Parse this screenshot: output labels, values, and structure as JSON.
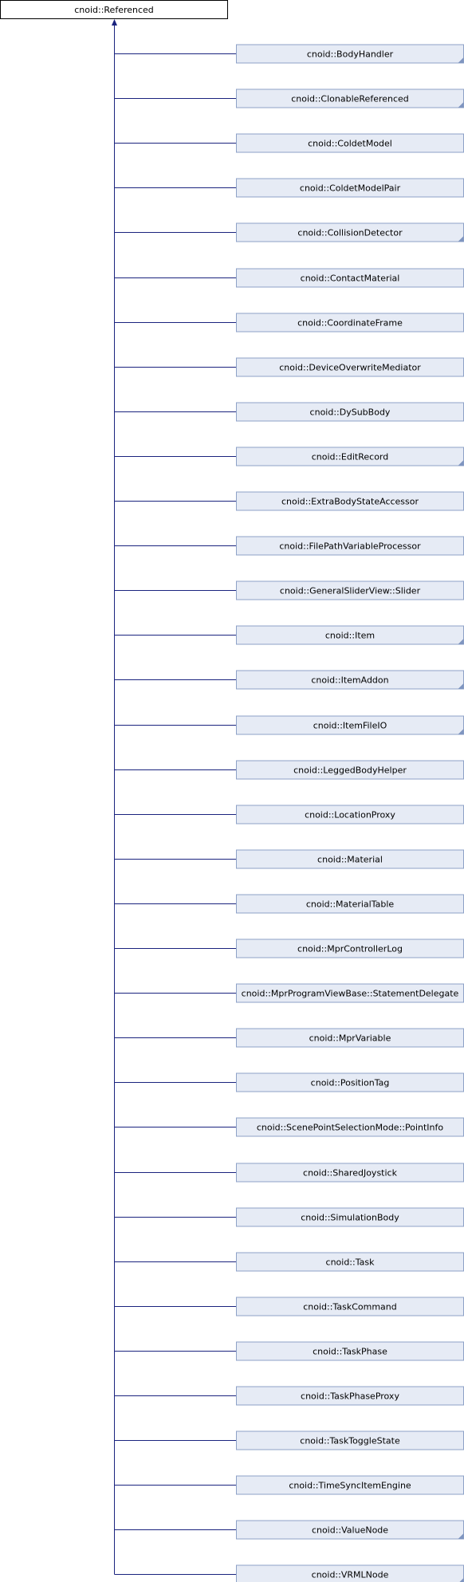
{
  "root": {
    "label": "cnoid::Referenced"
  },
  "children": [
    {
      "label": "cnoid::BodyHandler",
      "has_more": true
    },
    {
      "label": "cnoid::ClonableReferenced",
      "has_more": true
    },
    {
      "label": "cnoid::ColdetModel",
      "has_more": false
    },
    {
      "label": "cnoid::ColdetModelPair",
      "has_more": false
    },
    {
      "label": "cnoid::CollisionDetector",
      "has_more": true
    },
    {
      "label": "cnoid::ContactMaterial",
      "has_more": false
    },
    {
      "label": "cnoid::CoordinateFrame",
      "has_more": false
    },
    {
      "label": "cnoid::DeviceOverwriteMediator",
      "has_more": false
    },
    {
      "label": "cnoid::DySubBody",
      "has_more": false
    },
    {
      "label": "cnoid::EditRecord",
      "has_more": true
    },
    {
      "label": "cnoid::ExtraBodyStateAccessor",
      "has_more": false
    },
    {
      "label": "cnoid::FilePathVariableProcessor",
      "has_more": false
    },
    {
      "label": "cnoid::GeneralSliderView::Slider",
      "has_more": false
    },
    {
      "label": "cnoid::Item",
      "has_more": true
    },
    {
      "label": "cnoid::ItemAddon",
      "has_more": true
    },
    {
      "label": "cnoid::ItemFileIO",
      "has_more": true
    },
    {
      "label": "cnoid::LeggedBodyHelper",
      "has_more": false
    },
    {
      "label": "cnoid::LocationProxy",
      "has_more": false
    },
    {
      "label": "cnoid::Material",
      "has_more": false
    },
    {
      "label": "cnoid::MaterialTable",
      "has_more": false
    },
    {
      "label": "cnoid::MprControllerLog",
      "has_more": false
    },
    {
      "label": "cnoid::MprProgramViewBase::StatementDelegate",
      "has_more": false
    },
    {
      "label": "cnoid::MprVariable",
      "has_more": false
    },
    {
      "label": "cnoid::PositionTag",
      "has_more": false
    },
    {
      "label": "cnoid::ScenePointSelectionMode::PointInfo",
      "has_more": false
    },
    {
      "label": "cnoid::SharedJoystick",
      "has_more": false
    },
    {
      "label": "cnoid::SimulationBody",
      "has_more": false
    },
    {
      "label": "cnoid::Task",
      "has_more": false
    },
    {
      "label": "cnoid::TaskCommand",
      "has_more": false
    },
    {
      "label": "cnoid::TaskPhase",
      "has_more": false
    },
    {
      "label": "cnoid::TaskPhaseProxy",
      "has_more": false
    },
    {
      "label": "cnoid::TaskToggleState",
      "has_more": false
    },
    {
      "label": "cnoid::TimeSyncItemEngine",
      "has_more": false
    },
    {
      "label": "cnoid::ValueNode",
      "has_more": true
    },
    {
      "label": "cnoid::VRMLNode",
      "has_more": true
    }
  ],
  "colors": {
    "edge": "#1a237e",
    "box_fill": "#e6ebf5",
    "box_border": "#8ea2c7",
    "root_fill": "#ffffff",
    "root_border": "#000000",
    "corner_marker": "#7f95c0"
  }
}
